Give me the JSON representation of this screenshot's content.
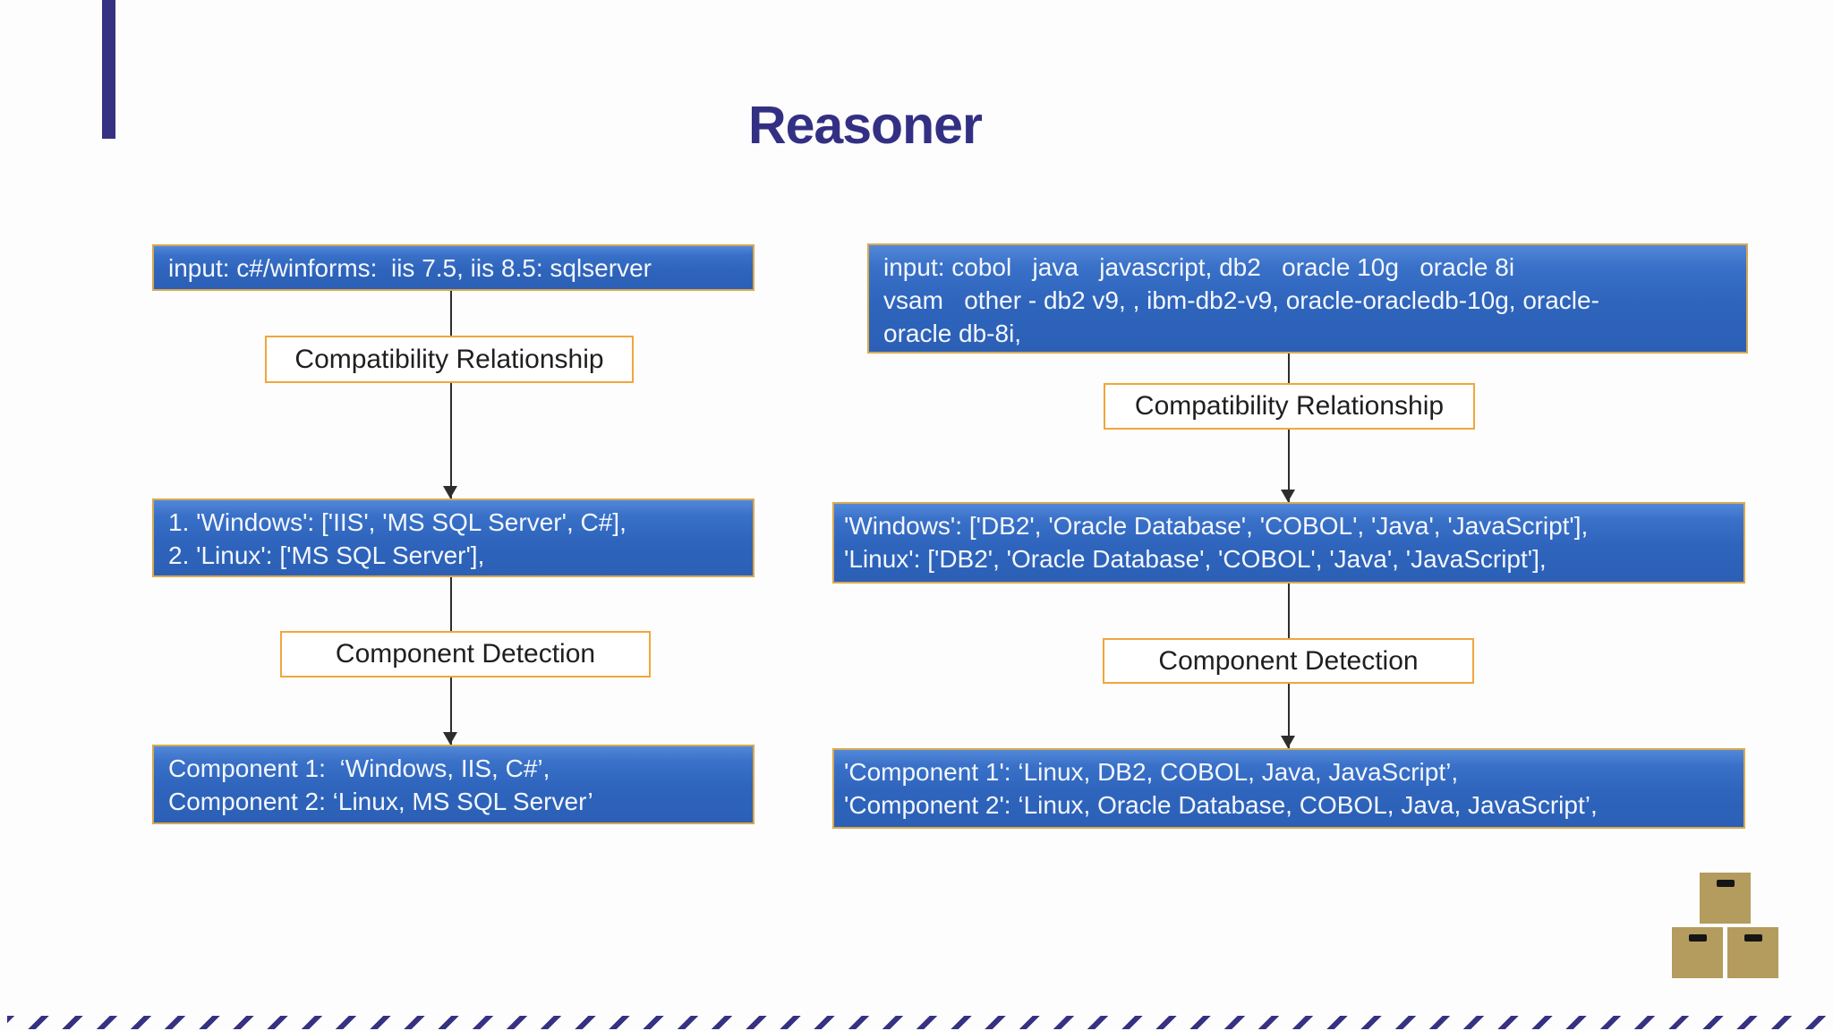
{
  "title": "Reasoner",
  "colors": {
    "accent_navy": "#373183",
    "node_fill_top": "#5288d9",
    "node_fill_bottom": "#2c60b6",
    "node_border": "#d9a851",
    "step_label_border": "#f0a63c",
    "node_text": "#f3f7fd",
    "crate_tan": "#b49b5e"
  },
  "icons": {
    "crates": "stacked-shipping-boxes-icon",
    "arrow": "down-arrowhead-icon"
  },
  "left_flow": {
    "input_lines": [
      "input: c#/winforms:  iis 7.5, iis 8.5: sqlserver"
    ],
    "compatibility_label": "Compatibility Relationship",
    "mapping_lines": [
      "1. 'Windows': ['IIS', 'MS SQL Server', C#],",
      "2. 'Linux': ['MS SQL Server'],"
    ],
    "detection_label": "Component Detection",
    "output_lines": [
      "Component 1:  ‘Windows, IIS, C#’,",
      "Component 2: ‘Linux, MS SQL Server’"
    ]
  },
  "right_flow": {
    "input_lines": [
      "input: cobol   java   javascript, db2   oracle 10g   oracle 8i",
      "vsam   other - db2 v9, , ibm-db2-v9, oracle-oracledb-10g, oracle-",
      "oracle db-8i,"
    ],
    "compatibility_label": "Compatibility Relationship",
    "mapping_lines": [
      "'Windows': ['DB2', 'Oracle Database', 'COBOL', 'Java', 'JavaScript'],",
      "'Linux': ['DB2', 'Oracle Database', 'COBOL', 'Java', 'JavaScript'],"
    ],
    "detection_label": "Component Detection",
    "output_lines": [
      "'Component 1': ‘Linux, DB2, COBOL, Java, JavaScript’,",
      "'Component 2': ‘Linux, Oracle Database, COBOL, Java, JavaScript’,"
    ]
  }
}
